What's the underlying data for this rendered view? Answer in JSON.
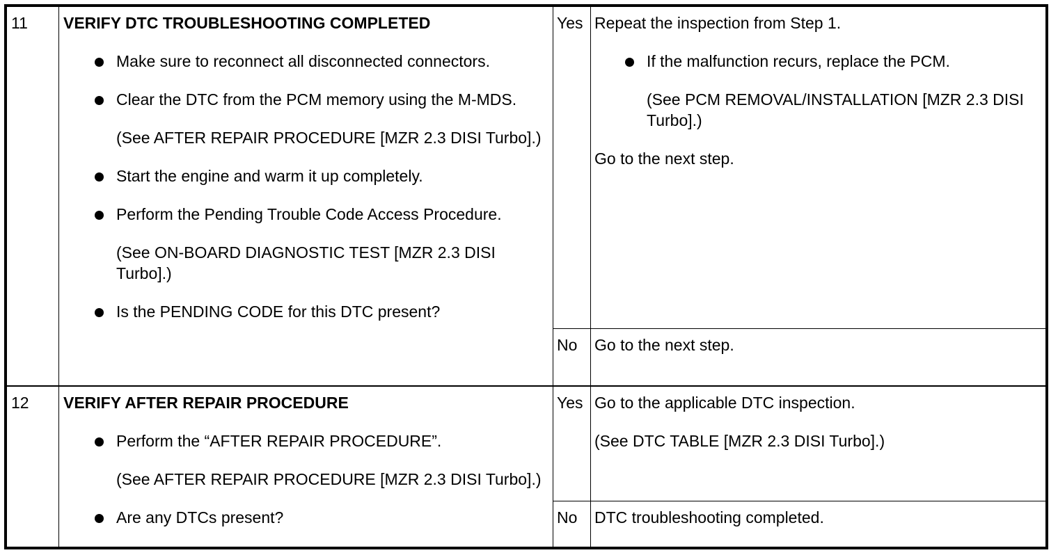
{
  "steps": [
    {
      "number": "11",
      "heading": "VERIFY DTC TROUBLESHOOTING COMPLETED",
      "items": [
        {
          "text": "Make sure to reconnect all disconnected connectors.",
          "sub": ""
        },
        {
          "text": "Clear the DTC from the PCM memory using the M-MDS.",
          "sub": "(See AFTER REPAIR PROCEDURE [MZR 2.3 DISI Turbo].)"
        },
        {
          "text": "Start the engine and warm it up completely.",
          "sub": ""
        },
        {
          "text": "Perform the Pending Trouble Code Access Procedure.",
          "sub": "(See ON-BOARD DIAGNOSTIC TEST [MZR 2.3 DISI Turbo].)"
        },
        {
          "text": "Is the PENDING CODE for this DTC present?",
          "sub": ""
        }
      ],
      "yes": {
        "label": "Yes",
        "line1": "Repeat the inspection from Step 1.",
        "bullet": "If the malfunction recurs, replace the PCM.",
        "bullet_sub": "(See PCM REMOVAL/INSTALLATION [MZR 2.3 DISI Turbo].)",
        "line2": "Go to the next step."
      },
      "no": {
        "label": "No",
        "line1": "Go to the next step."
      }
    },
    {
      "number": "12",
      "heading": "VERIFY AFTER REPAIR PROCEDURE",
      "items": [
        {
          "text": "Perform the “AFTER REPAIR PROCEDURE”.",
          "sub": "(See AFTER REPAIR PROCEDURE [MZR 2.3 DISI Turbo].)"
        },
        {
          "text": "Are any DTCs present?",
          "sub": ""
        }
      ],
      "yes": {
        "label": "Yes",
        "line1": "Go to the applicable DTC inspection.",
        "line2": "(See DTC TABLE [MZR 2.3 DISI Turbo].)"
      },
      "no": {
        "label": "No",
        "line1": "DTC troubleshooting completed."
      }
    }
  ]
}
